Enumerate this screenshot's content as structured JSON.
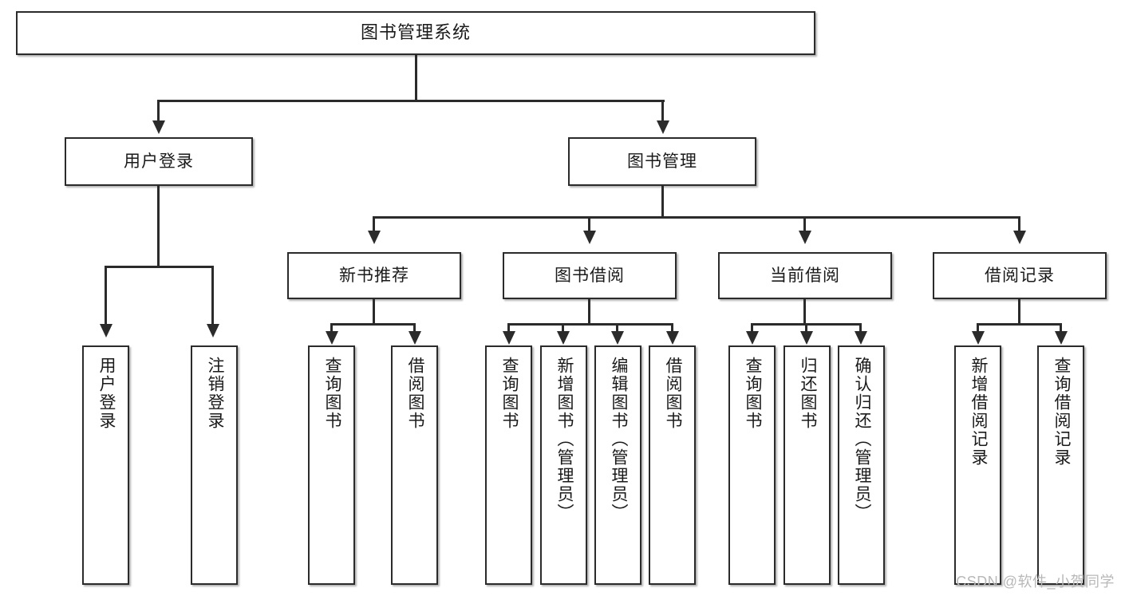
{
  "diagram": {
    "title": "图书管理系统",
    "type": "hierarchy-tree",
    "root": {
      "label": "图书管理系统"
    },
    "level1": [
      {
        "label": "用户登录"
      },
      {
        "label": "图书管理"
      }
    ],
    "level2": [
      {
        "label": "新书推荐"
      },
      {
        "label": "图书借阅"
      },
      {
        "label": "当前借阅"
      },
      {
        "label": "借阅记录"
      }
    ],
    "leaves_user_login": [
      {
        "label": "用户登录"
      },
      {
        "label": "注销登录"
      }
    ],
    "leaves_new_book": [
      {
        "label": "查询图书"
      },
      {
        "label": "借阅图书"
      }
    ],
    "leaves_borrow": [
      {
        "label": "查询图书"
      },
      {
        "label": "新增图书（管理员）"
      },
      {
        "label": "编辑图书（管理员）"
      },
      {
        "label": "借阅图书"
      }
    ],
    "leaves_current": [
      {
        "label": "查询图书"
      },
      {
        "label": "归还图书"
      },
      {
        "label": "确认归还（管理员）"
      }
    ],
    "leaves_record": [
      {
        "label": "新增借阅记录"
      },
      {
        "label": "查询借阅记录"
      }
    ]
  },
  "watermark": {
    "text": "CSDN @软件_小贺同学"
  },
  "colors": {
    "stroke": "#2b2b2b",
    "fill": "#ffffff",
    "text": "#1a1a1a",
    "watermark": "#b8b8b8"
  }
}
